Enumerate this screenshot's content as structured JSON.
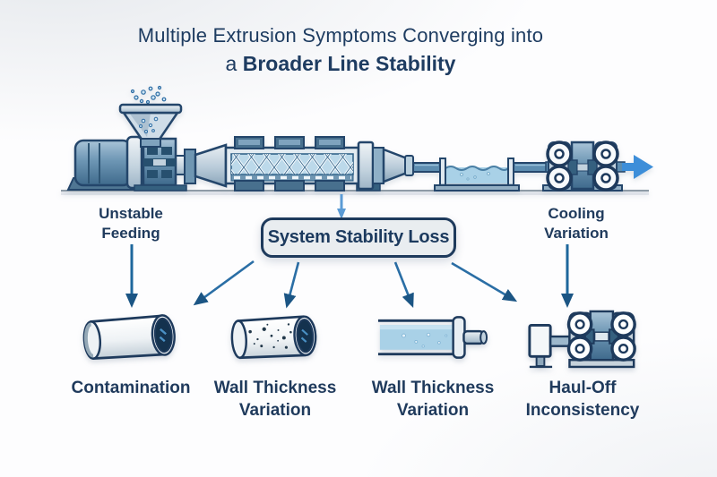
{
  "title": {
    "line1": "Multiple Extrusion Symptoms Converging into",
    "line2_prefix": "a",
    "line2_bold": "Broader Line Stability"
  },
  "machine_labels": {
    "unstable_feeding_line1": "Unstable",
    "unstable_feeding_line2": "Feeding",
    "cooling_variation_line1": "Cooling",
    "cooling_variation_line2": "Variation"
  },
  "center_box": {
    "label": "System Stability Loss"
  },
  "symptoms": [
    {
      "icon": "contaminated-pipe-icon",
      "line1": "Contamination",
      "line2": ""
    },
    {
      "icon": "speckled-pipe-icon",
      "line1": "Wall Thickness",
      "line2": "Variation"
    },
    {
      "icon": "liquid-filled-pipe-icon",
      "line1": "Wall Thickness",
      "line2": "Variation"
    },
    {
      "icon": "haul-off-rollers-icon",
      "line1": "Haul-Off",
      "line2": "Inconsistency"
    }
  ],
  "colors": {
    "text_navy": "#1e3c61",
    "outline_navy": "#24466b",
    "steel_blue": "#5d8db0",
    "light_steel": "#c9d9e4",
    "screw_blue": "#bcd9ea",
    "water_blue": "#a9d1e7",
    "flow_arrow_blue": "#3d8ed9",
    "connector_light_blue": "#5b9bd5",
    "connector_navy": "#1b5584",
    "box_fill": "#e9edf0"
  }
}
